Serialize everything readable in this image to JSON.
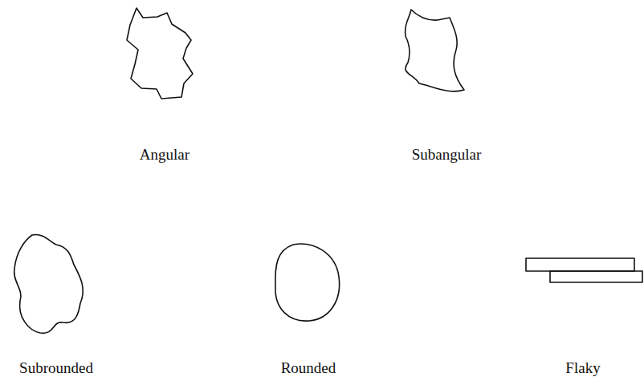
{
  "diagram": {
    "labels": [
      "Angular",
      "Subangular",
      "Subrounded",
      "Rounded",
      "Flaky"
    ]
  }
}
